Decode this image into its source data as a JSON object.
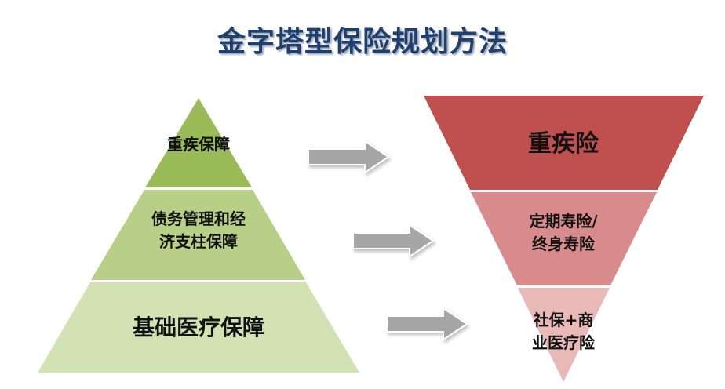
{
  "title": "金字塔型保险规划方法",
  "pyramid": {
    "levels": [
      "重疾保障",
      "债务管理和经\n济支柱保障",
      "基础医疗保障"
    ],
    "level_lines": [
      [
        "重疾保障"
      ],
      [
        "债务管理和经",
        "济支柱保障"
      ],
      [
        "基础医疗保障"
      ]
    ],
    "colors": [
      "#9bbb59",
      "#b7cf87",
      "#d3e2b3"
    ]
  },
  "inverted": {
    "level_lines": [
      [
        "重疾险"
      ],
      [
        "定期寿险/",
        "终身寿险"
      ],
      [
        "社保+商",
        "业医疗险"
      ]
    ],
    "colors": [
      "#c0504d",
      "#d88b8a",
      "#e9b9b8"
    ]
  },
  "arrow_color": "#a6a6a6"
}
